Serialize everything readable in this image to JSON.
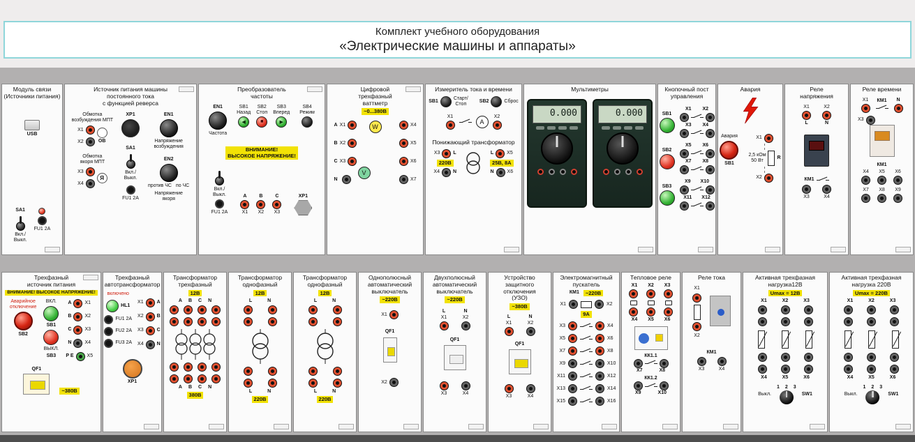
{
  "header": {
    "line1": "Комплект учебного оборудования",
    "line2": "«Электрические машины и аппараты»"
  },
  "top": {
    "comm": {
      "title": "Модуль связи\n(Источники питания)",
      "usb": "USB",
      "sa1": "SA1",
      "onoff": "Вкл./\nВыкл.",
      "fuse": "FU1 2A"
    },
    "dc_source": {
      "title": "Источник питания машины\nпостоянного тока\nс функцией реверса",
      "field_winding": "Обмотка\nвозбуждения МПТ",
      "armature_winding": "Обмотка\nякоря МПТ",
      "x1": "X1",
      "x2": "X2",
      "x3": "X3",
      "x4": "X4",
      "ov": "ОВ",
      "oya": "Я",
      "xp1": "XP1",
      "sa1": "SA1",
      "onoff": "Вкл./\nВыкл.",
      "fuse": "FU1 2A",
      "en1": "EN1",
      "exc_voltage": "Напряжение\nвозбуждения",
      "en2": "EN2",
      "arm_voltage": "Напряжение\nякоря",
      "ccw": "против ЧС",
      "cw": "по ЧС"
    },
    "freq_conv": {
      "title": "Преобразователь\nчастоты",
      "en1": "EN1",
      "freq": "Частота",
      "sb1": "SB1\nНазад",
      "sb2": "SB2\nСтоп",
      "sb3": "SB3\nВперед",
      "sb4": "SB4\nРежим",
      "icon_back": "◀",
      "icon_stop": "■",
      "icon_fwd": "▶",
      "warning": "ВНИМАНИЕ!\nВЫСОКОЕ НАПРЯЖЕНИЕ!",
      "onoff": "Вкл./\nВыкл.",
      "fuse": "FU1 2A",
      "a": "A",
      "b": "B",
      "c": "C",
      "x1": "X1",
      "x2": "X2",
      "x3": "X3",
      "xp1": "XP1"
    },
    "wattmeter": {
      "title": "Цифровой\nтрехфазный\nваттметр",
      "range": "~0...380В",
      "meter1": "W",
      "meter2": "V",
      "rows": [
        {
          "phase": "A",
          "left": "X1",
          "right": "X4"
        },
        {
          "phase": "B",
          "left": "X2",
          "right": "X5"
        },
        {
          "phase": "C",
          "left": "X3",
          "right": "X6"
        },
        {
          "phase": "N",
          "left": "",
          "right": "X7"
        }
      ]
    },
    "current_time_meter": {
      "title": "Измеритель тока и времени",
      "sb1": "SB1",
      "sb1_label": "Старт/\nСтоп",
      "sb2": "SB2",
      "sb2_label": "Сброс",
      "x1": "X1",
      "x2": "X2",
      "ammeter": "A",
      "tr_title": "Понижающий трансформатор",
      "x3": "X3",
      "x4": "X4",
      "x5": "X5",
      "x6": "X6",
      "l1": "L",
      "n1": "N",
      "l2": "L",
      "n2": "N",
      "v1": "220В",
      "v2": "25В, 8А"
    },
    "multimeters": {
      "title": "Мультиметры",
      "display": "0.000"
    },
    "pushbutton_station": {
      "title": "Кнопочный пост управления",
      "groups": [
        {
          "btn": "SB1",
          "pairs": [
            [
              "X1",
              "X2"
            ],
            [
              "X3",
              "X4"
            ]
          ]
        },
        {
          "btn": "SB2",
          "pairs": [
            [
              "X5",
              "X6"
            ],
            [
              "X7",
              "X8"
            ]
          ]
        },
        {
          "btn": "SB3",
          "pairs": [
            [
              "X9",
              "X10"
            ],
            [
              "X11",
              "X12"
            ]
          ]
        }
      ]
    },
    "alarm": {
      "title": "Авария",
      "lamp": "Авария",
      "sb1": "SB1",
      "x1": "X1",
      "x2": "X2",
      "r": "R",
      "r_value": "2,5 кОм\n50 Вт"
    },
    "voltage_relay": {
      "title": "Реле\nнапряжения",
      "x1": "X1",
      "x2": "X2",
      "l": "L",
      "n": "N",
      "km1": "КМ1",
      "x3": "X3",
      "x4": "X4"
    },
    "time_relay": {
      "title": "Реле времени",
      "x1": "X1",
      "km1_top": "КМ1",
      "n": "N",
      "x3": "X3",
      "km1": "КМ1",
      "row1": [
        "X4",
        "X5",
        "X6"
      ],
      "row2": [
        "X7",
        "X8",
        "X9"
      ]
    }
  },
  "bottom": {
    "three_phase_source": {
      "title": "Трехфазный\nисточник питания",
      "warning": "ВНИМАНИЕ!   ВЫСОКОЕ НАПРЯЖЕНИЕ!",
      "emergency": "Аварийное\nотключение",
      "emergency_btn": "SB2",
      "on": "ВКЛ.",
      "on_btn": "SB1",
      "off": "ВЫКЛ.",
      "off_btn": "SB3",
      "qf1": "QF1",
      "range": "~380В",
      "phases": [
        {
          "p": "A",
          "t": "X1"
        },
        {
          "p": "B",
          "t": "X2"
        },
        {
          "p": "C",
          "t": "X3"
        },
        {
          "p": "N",
          "t": "X4"
        },
        {
          "p": "P E",
          "t": "X5"
        }
      ]
    },
    "autotransformer": {
      "title": "Трехфазный\nавтотрансформатор",
      "on_label": "включено",
      "hl1": "HL1",
      "fuses": [
        "FU1 2A",
        "FU2 2A",
        "FU3 2A"
      ],
      "terms": [
        {
          "t": "X1",
          "p": "A"
        },
        {
          "t": "X2",
          "p": "B"
        },
        {
          "t": "X3",
          "p": "C"
        },
        {
          "t": "X4",
          "p": "N"
        }
      ],
      "xp1": "XP1"
    },
    "transformer3": {
      "title": "Трансформатор\nтрехфазный",
      "v_top": "12В",
      "letters": [
        "A",
        "B",
        "C",
        "N"
      ],
      "v_bottom": "380В"
    },
    "transformer1a": {
      "title": "Трансформатор\nоднофазный",
      "v_top": "12В",
      "letters": [
        "L",
        "N"
      ],
      "v_bottom": "220В"
    },
    "transformer1b": {
      "title": "Трансформатор\nоднофазный",
      "v_top": "12В",
      "letters": [
        "L",
        "N"
      ],
      "v_bottom": "220В"
    },
    "breaker1p": {
      "title": "Однополюсный\nавтоматический\nвыключатель",
      "range": "~220В",
      "x1": "X1",
      "qf1": "QF1",
      "x2": "X2"
    },
    "breaker2p": {
      "title": "Двухполюсный\nавтоматический\nвыключатель",
      "range": "~220В",
      "l": "L",
      "n": "N",
      "x1": "X1",
      "x2": "X2",
      "qf1": "QF1",
      "x3": "X3",
      "x4": "X4"
    },
    "rcd": {
      "title": "Устройство защитного\nотключения\n(УЗО)",
      "range": "~380В",
      "l": "L",
      "n": "N",
      "x1": "X1",
      "x2": "X2",
      "qf1": "QF1",
      "x3": "X3",
      "x4": "X4"
    },
    "contactor": {
      "title": "Электромагнитный\nпускатель",
      "km1": "КМ1",
      "range": "~220В",
      "rating": "9А",
      "rows": [
        {
          "l": "X1",
          "r": "X2"
        },
        {
          "l": "X3",
          "r": "X4"
        },
        {
          "l": "X5",
          "r": "X6"
        },
        {
          "l": "X7",
          "r": "X8"
        },
        {
          "l": "X9",
          "r": "X10"
        },
        {
          "l": "X11",
          "r": "X12"
        },
        {
          "l": "X13",
          "r": "X14"
        },
        {
          "l": "X15",
          "r": "X16"
        }
      ]
    },
    "thermal_relay": {
      "title": "Тепловое реле",
      "top_in": [
        "X1",
        "X2",
        "X3"
      ],
      "top_out": [
        "X4",
        "X5",
        "X6"
      ],
      "kk11": "КК1.1",
      "pair1": [
        "X7",
        "X8"
      ],
      "kk12": "КК1.2",
      "pair2": [
        "X9",
        "X10"
      ]
    },
    "current_relay": {
      "title": "Реле тока",
      "x1": "X1",
      "x2": "X2",
      "km1": "КМ1",
      "x3": "X3",
      "x4": "X4"
    },
    "load12": {
      "title": "Активная трехфазная\nнагрузка12В",
      "umax": "Umax = 12В",
      "top": [
        "X1",
        "X2",
        "X3"
      ],
      "bottom": [
        "X4",
        "X5",
        "X6"
      ],
      "off": "Выкл.",
      "positions": [
        "1",
        "2",
        "3"
      ],
      "sw": "SW1"
    },
    "load220": {
      "title": "Активная трехфазная\nнагрузка 220В",
      "umax": "Umax = 220В",
      "top": [
        "X1",
        "X2",
        "X3"
      ],
      "bottom": [
        "X4",
        "X5",
        "X6"
      ],
      "off": "Выкл.",
      "positions": [
        "1",
        "2",
        "3"
      ],
      "sw": "SW1"
    }
  }
}
